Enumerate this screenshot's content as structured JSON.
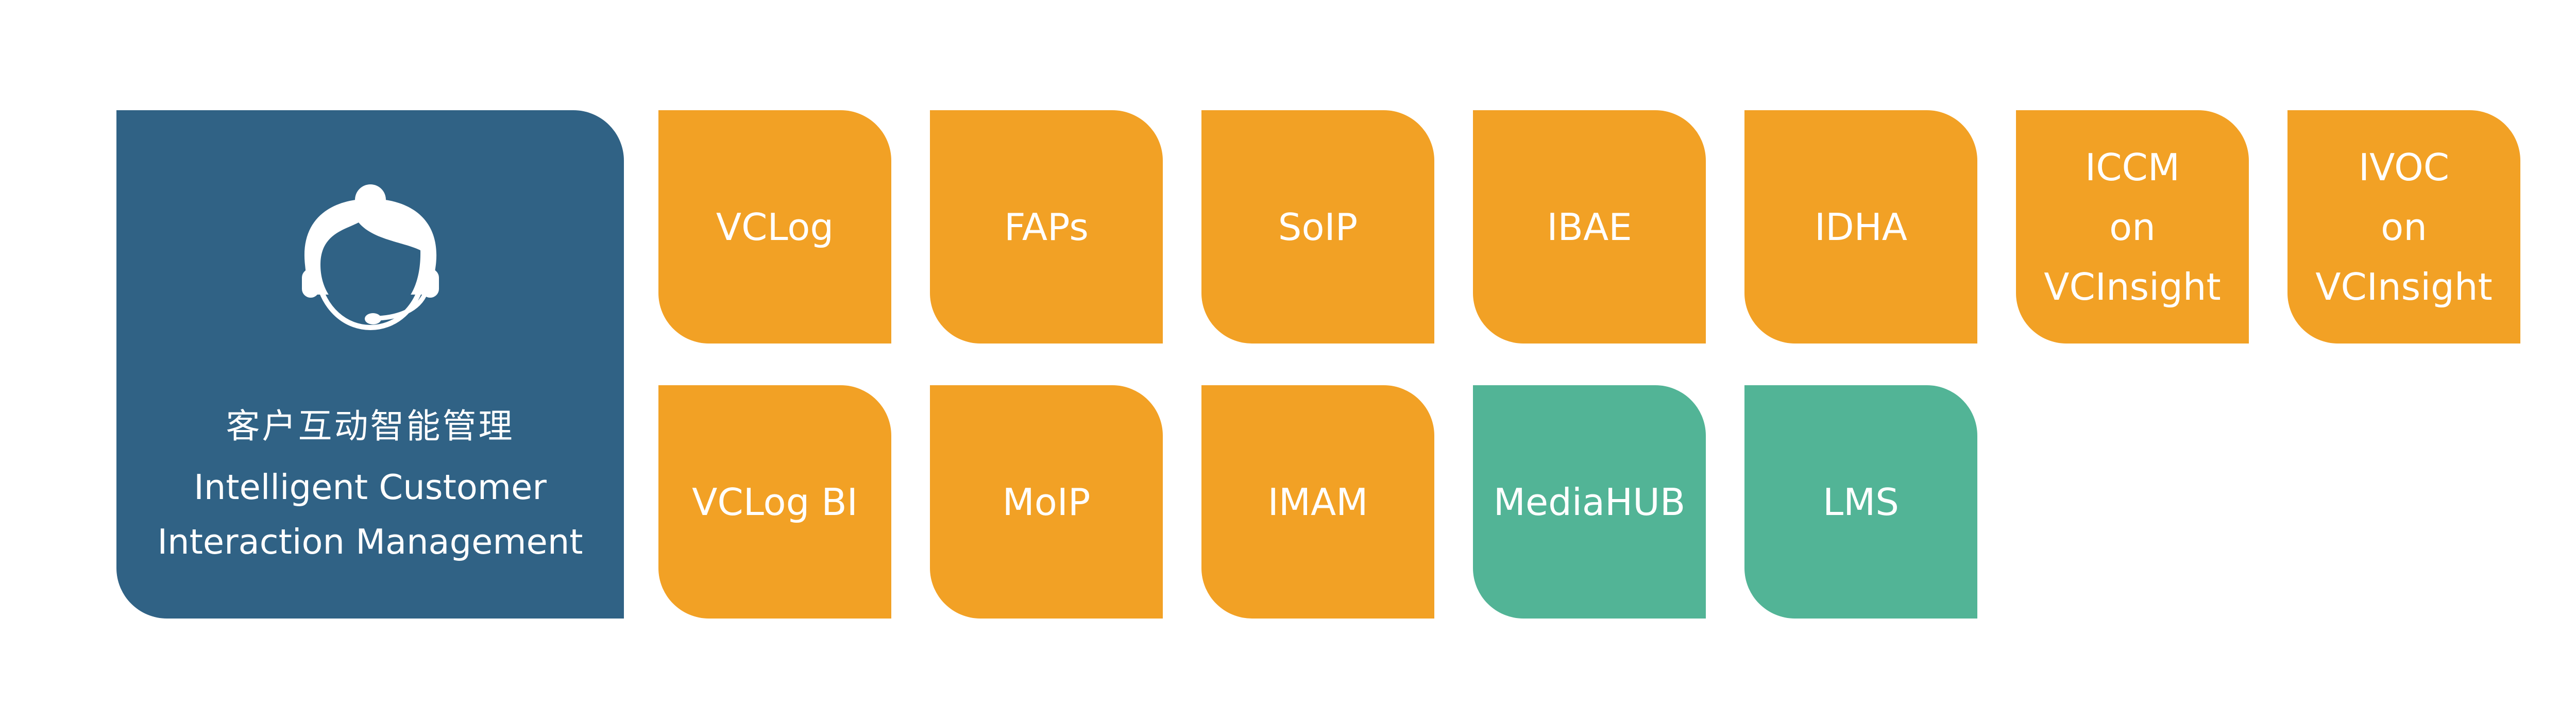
{
  "main": {
    "title_cn": "客户互动智能管理",
    "title_en_line1": "Intelligent Customer",
    "title_en_line2": "Interaction Management",
    "icon": "customer-service-agent-icon",
    "color": "#306285"
  },
  "colors": {
    "orange": "#F2A125",
    "green": "#52B496"
  },
  "tiles": [
    {
      "label": "VCLog",
      "color": "orange"
    },
    {
      "label": "FAPs",
      "color": "orange"
    },
    {
      "label": "SoIP",
      "color": "orange"
    },
    {
      "label": "IBAE",
      "color": "orange"
    },
    {
      "label": "IDHA",
      "color": "orange"
    },
    {
      "label": "ICCM\non\nVCInsight",
      "color": "orange"
    },
    {
      "label": "IVOC\non\nVCInsight",
      "color": "orange"
    },
    {
      "label": "VCLog BI",
      "color": "orange"
    },
    {
      "label": "MoIP",
      "color": "orange"
    },
    {
      "label": "IMAM",
      "color": "orange"
    },
    {
      "label": "MediaHUB",
      "color": "green"
    },
    {
      "label": "LMS",
      "color": "green"
    }
  ]
}
